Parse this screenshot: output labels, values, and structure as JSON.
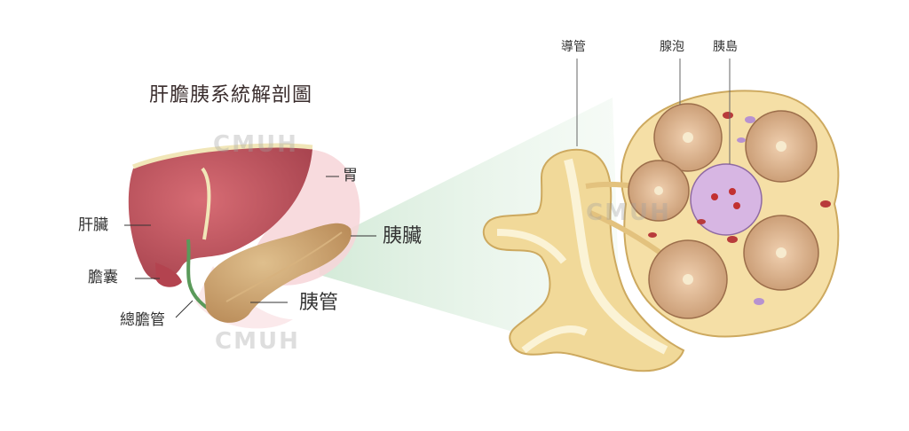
{
  "title": "肝膽胰系統解剖圖",
  "labels": {
    "stomach": "胃",
    "liver": "肝臟",
    "pancreas": "胰臟",
    "gallbladder": "膽囊",
    "pancreatic_duct": "胰管",
    "common_bile_duct": "總膽管",
    "duct": "導管",
    "acinus": "腺泡",
    "islet": "胰島"
  },
  "watermark": "CMUH",
  "colors": {
    "liver": "#c4555f",
    "pancreas": "#c9a071",
    "bile": "#5a9a5a",
    "cell_fill": "#f2dfa2",
    "acinus": "#d9ac86",
    "islet": "#c9a0d6"
  }
}
